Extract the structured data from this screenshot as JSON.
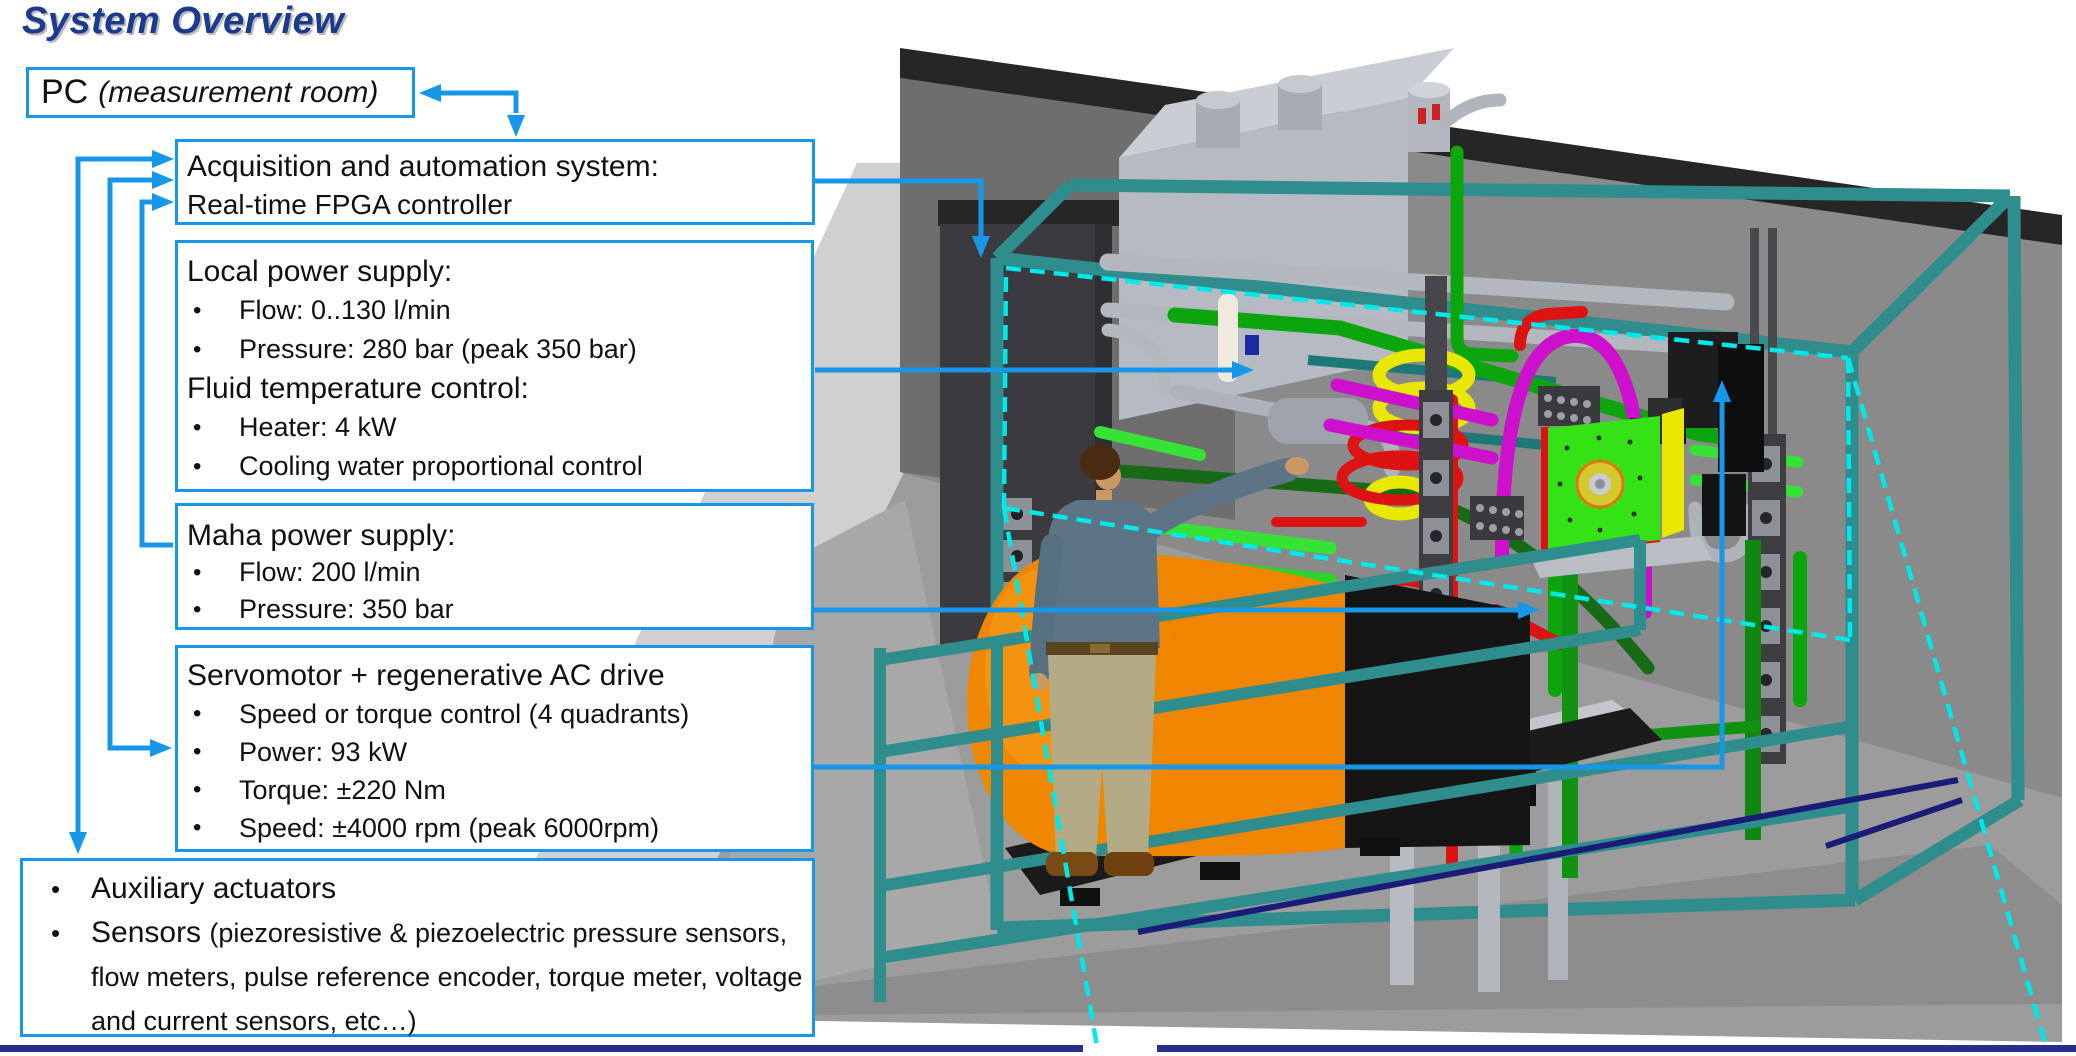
{
  "slide_title": "System Overview",
  "boxes": {
    "pc": {
      "label": "PC",
      "note": "(measurement room)"
    },
    "acquisition": {
      "line1": "Acquisition and automation system:",
      "line2": "Real-time FPGA controller"
    },
    "local_power": {
      "heading": "Local power supply:",
      "items": [
        "Flow: 0..130 l/min",
        "Pressure: 280 bar (peak 350 bar)"
      ],
      "heading2": "Fluid temperature control:",
      "items2": [
        "Heater: 4 kW",
        "Cooling water proportional control"
      ]
    },
    "maha_power": {
      "heading": "Maha power supply:",
      "items": [
        "Flow: 200 l/min",
        "Pressure: 350 bar"
      ]
    },
    "servomotor": {
      "heading": "Servomotor + regenerative AC drive",
      "items": [
        "Speed or torque control (4 quadrants)",
        "Power: 93 kW",
        "Torque: ±220 Nm",
        "Speed: ±4000 rpm (peak 6000rpm)"
      ]
    },
    "auxiliary": {
      "items": [
        {
          "main": "Auxiliary actuators",
          "detail": ""
        },
        {
          "main": "Sensors",
          "detail": "(piezoresistive & piezoelectric pressure sensors, flow meters, pulse reference encoder, torque meter, voltage and current sensors, etc…)"
        }
      ]
    }
  },
  "colors": {
    "accent_blue": "#1797e8",
    "title_navy": "#1c3a8e",
    "footer_navy": "#2b2d8e",
    "callout_cyan": "#00e8e8",
    "frame_teal": "#2f8d8d",
    "tank_orange": "#f08700"
  }
}
